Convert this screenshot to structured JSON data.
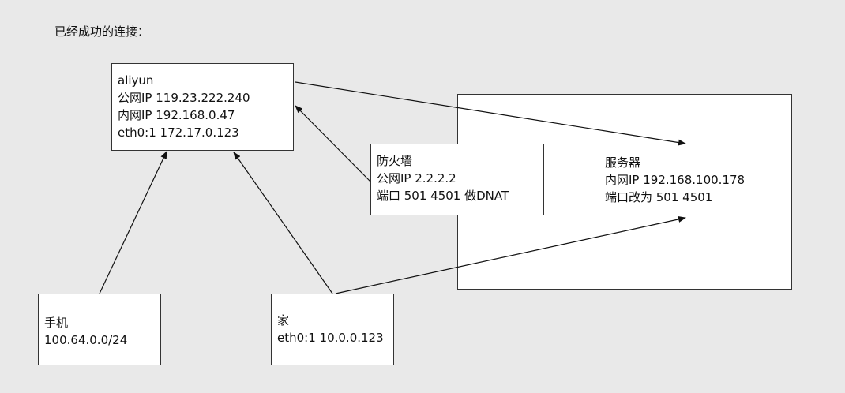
{
  "title": "已经成功的连接：",
  "nodes": {
    "aliyun": {
      "lines": [
        "aliyun",
        "公网IP 119.23.222.240",
        "内网IP 192.168.0.47",
        "eth0:1 172.17.0.123"
      ]
    },
    "firewall": {
      "lines": [
        "防火墙",
        "公网IP 2.2.2.2",
        "端口 501  4501 做DNAT"
      ]
    },
    "server": {
      "lines": [
        "服务器",
        "内网IP 192.168.100.178",
        "端口改为 501  4501"
      ]
    },
    "phone": {
      "lines": [
        "手机",
        "100.64.0.0/24"
      ]
    },
    "home": {
      "lines": [
        "家",
        "eth0:1 10.0.0.123"
      ]
    }
  },
  "edges": [
    {
      "from": "phone",
      "to": "aliyun"
    },
    {
      "from": "home",
      "to": "aliyun"
    },
    {
      "from": "firewall",
      "to": "aliyun"
    },
    {
      "from": "aliyun",
      "to": "server"
    },
    {
      "from": "home",
      "to": "server"
    }
  ]
}
